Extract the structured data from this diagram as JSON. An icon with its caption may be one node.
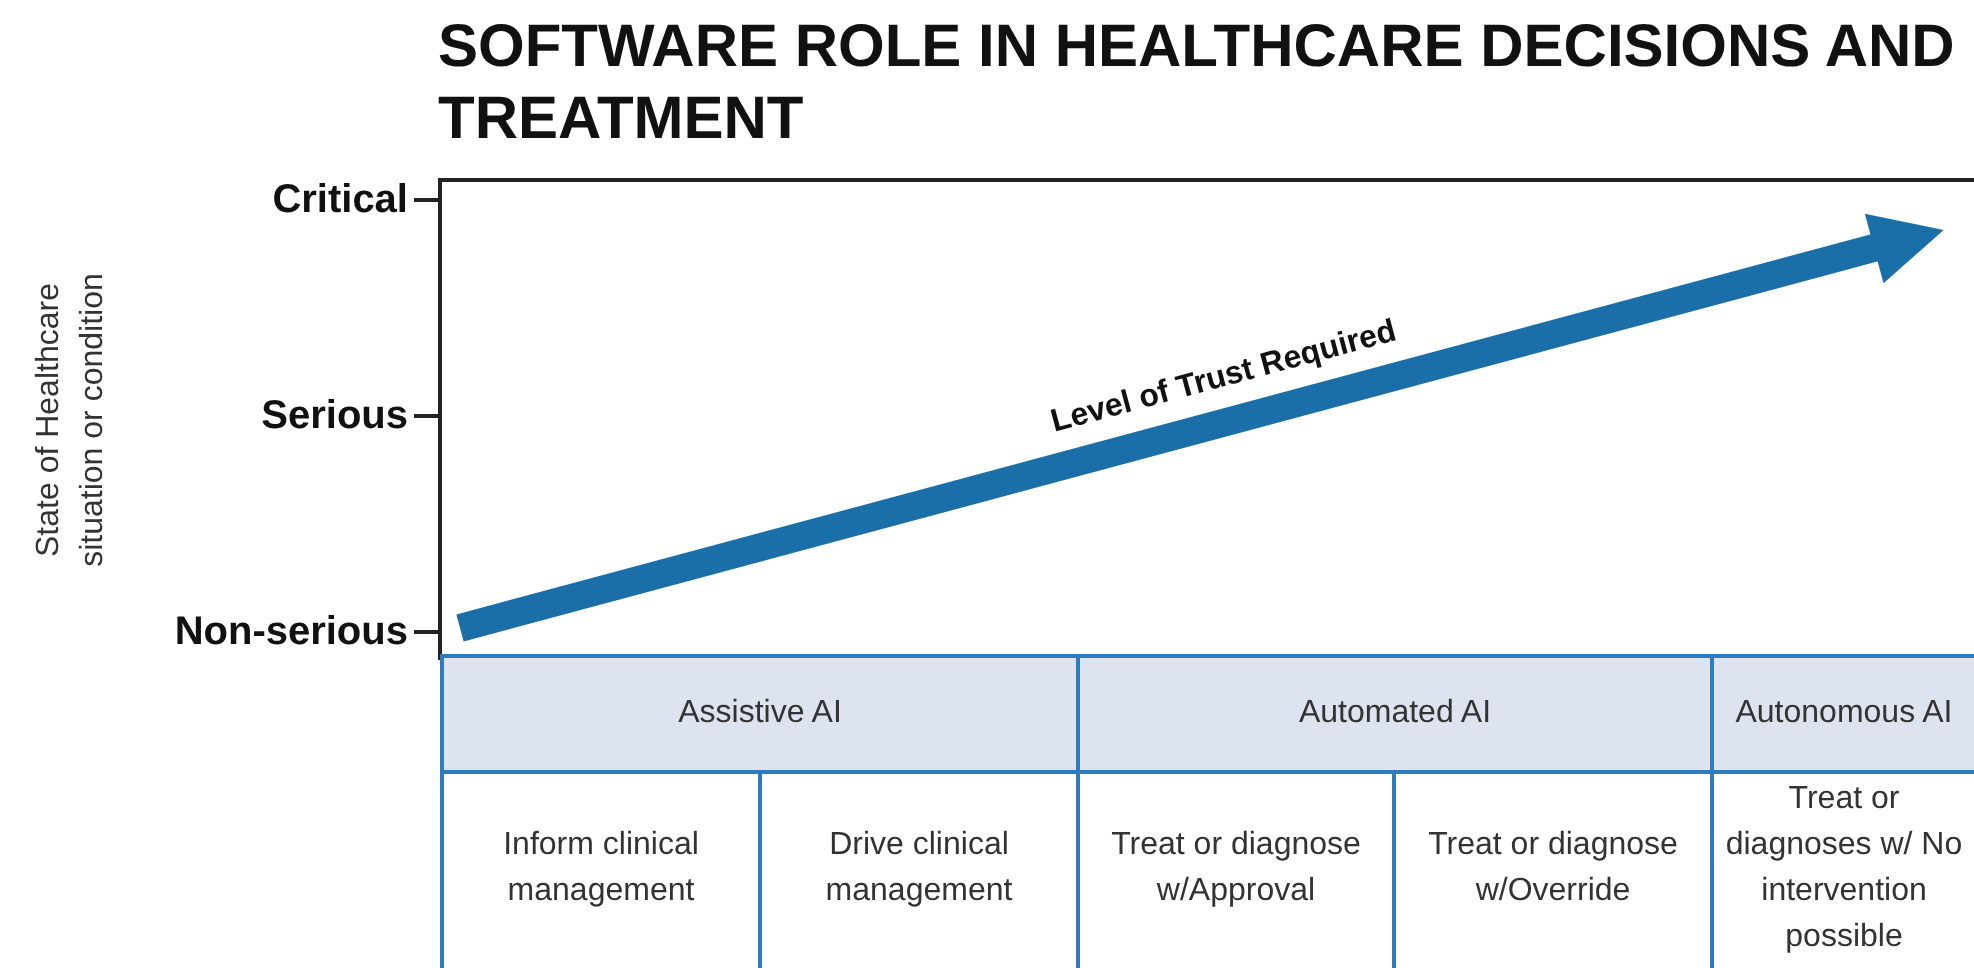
{
  "diagram": {
    "title": "SOFTWARE ROLE IN HEALTHCARE DECISIONS AND TREATMENT",
    "labels": [
      "Critical",
      "Serious",
      "Non-serious",
      "State of Healthcare situation or condition",
      "Level of Trust Required",
      "Assistive AI",
      "Automated AI",
      "Autonomous AI",
      "Inform clinical management",
      "Drive clinical management",
      "Treat or diagnose w/Approval",
      "Treat or diagnose w/Override",
      "Treat or diagnoses w/ No intervention possible"
    ]
  }
}
